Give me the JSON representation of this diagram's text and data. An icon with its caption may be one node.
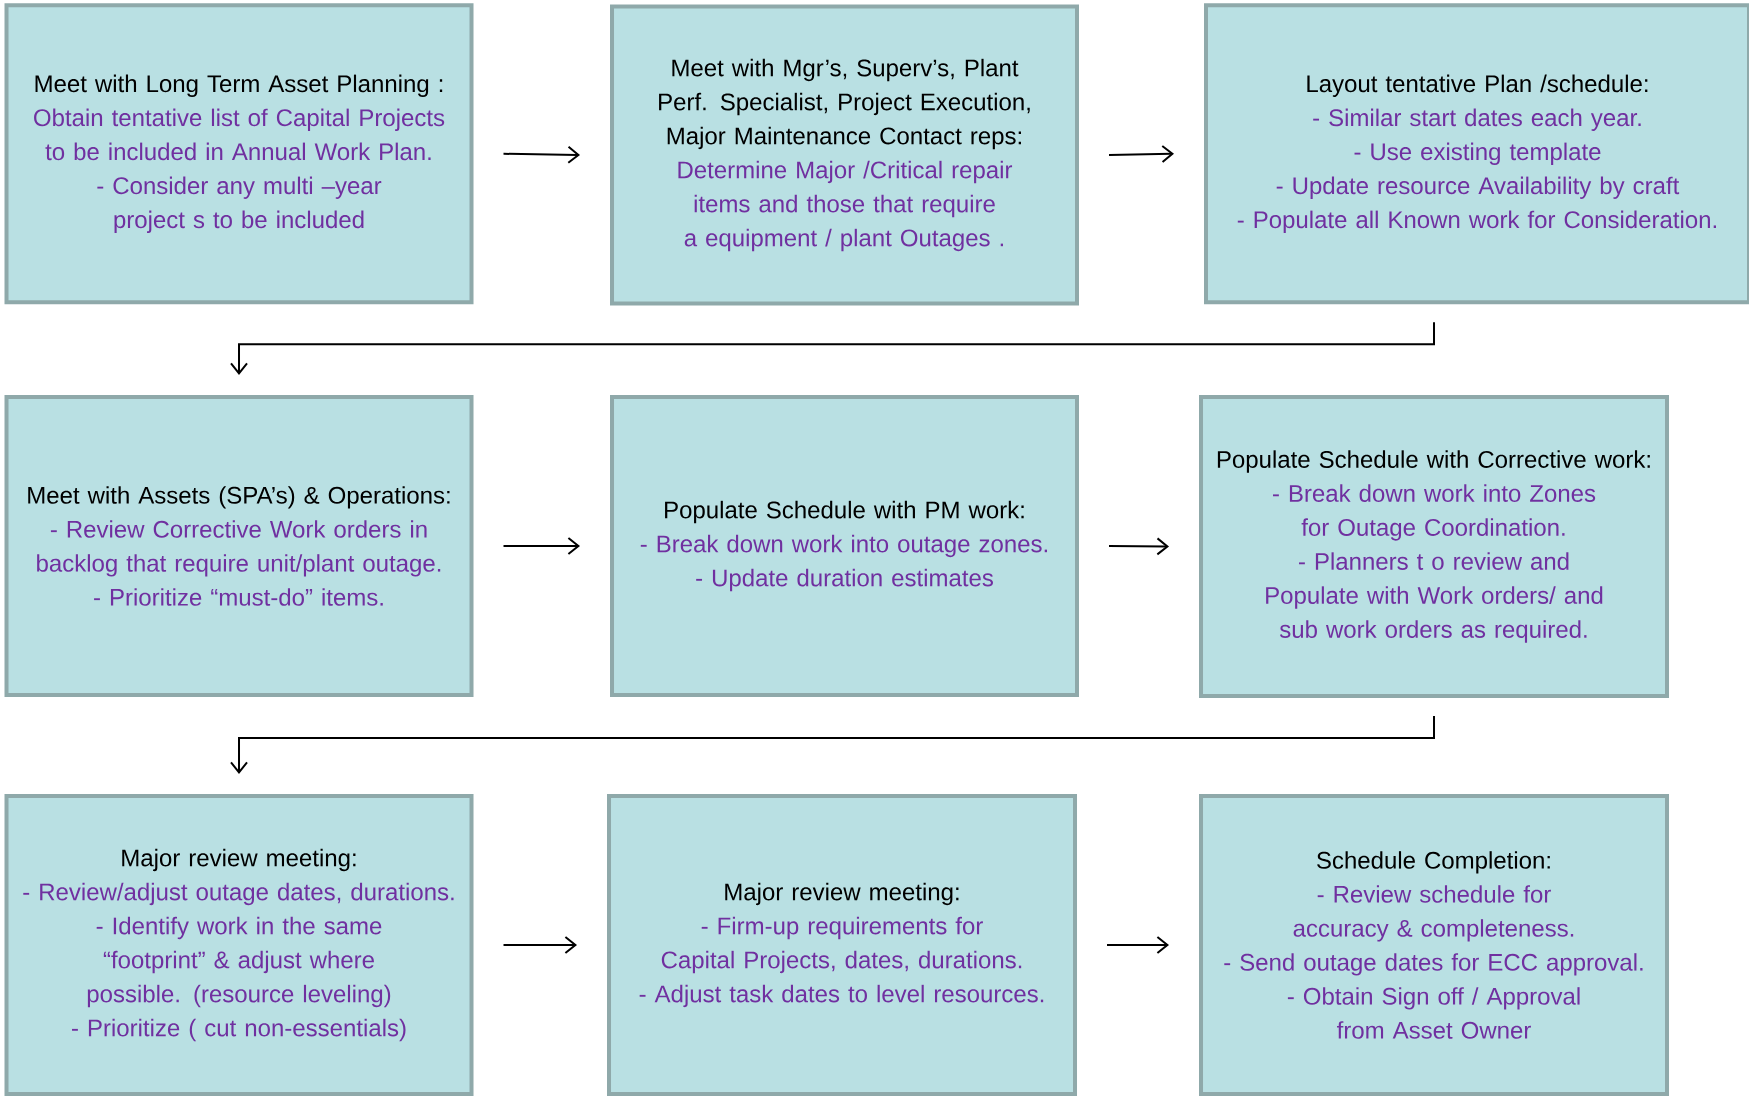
{
  "diagram": {
    "nodes": [
      {
        "text": [
          "Meet with Long Term Asset Planning :",
          "Obtain tentative list of Capital Projects to be included in Annual Work Plan.",
          "- Consider any multi –year project s to be included"
        ]
      },
      {
        "text": [
          "Meet with Mgr’s, Superv’s, Plant Perf. Specialist, Project Execution, Major Maintenance Contact reps:",
          "Determine Major /Critical repair items and those that require a equipment / plant Outages ."
        ]
      },
      {
        "text": [
          "Layout tentative Plan /schedule:",
          "- Similar start dates each year.",
          "- Use existing template",
          "- Update resource Availability by craft",
          "- Populate all Known work for Consideration."
        ]
      },
      {
        "text": [
          "Meet with Assets (SPA’s) & Operations:",
          "- Review Corrective Work orders in backlog that require unit/plant outage.",
          "- Prioritize “must-do” items."
        ]
      },
      {
        "text": [
          "Populate Schedule with PM work:",
          "- Break down work into outage zones.",
          "- Update duration estimates"
        ]
      },
      {
        "text": [
          "Populate Schedule with Corrective work:",
          "- Break down work into Zones for Outage Coordination.",
          "- Planners t o review and Populate with Work orders/ and sub work orders as required."
        ]
      },
      {
        "text": [
          "Major review meeting:",
          "- Review/adjust outage dates, durations.",
          "- Identify work in the same “footprint” & adjust where possible. (resource leveling)",
          "- Prioritize ( cut non-essentials)"
        ]
      },
      {
        "text": [
          "Major review meeting:",
          "- Firm-up requirements for Capital Projects, dates, durations.",
          "- Adjust task dates to level resources."
        ]
      },
      {
        "text": [
          "Schedule Completion:",
          "- Review schedule for accuracy & completeness.",
          "- Send outage dates for ECC approval.",
          "- Obtain Sign off / Approval from Asset Owner"
        ]
      }
    ],
    "edges": [
      {
        "from": 0,
        "to": 1,
        "arrow": "to"
      },
      {
        "from": 1,
        "to": 2,
        "arrow": "to"
      },
      {
        "from": 2,
        "to": 3,
        "arrow": "to"
      },
      {
        "from": 3,
        "to": 4,
        "arrow": "to"
      },
      {
        "from": 4,
        "to": 5,
        "arrow": "to"
      },
      {
        "from": 5,
        "to": 6,
        "arrow": "to"
      },
      {
        "from": 6,
        "to": 7,
        "arrow": "to"
      },
      {
        "from": 7,
        "to": 8,
        "arrow": "to"
      }
    ]
  }
}
